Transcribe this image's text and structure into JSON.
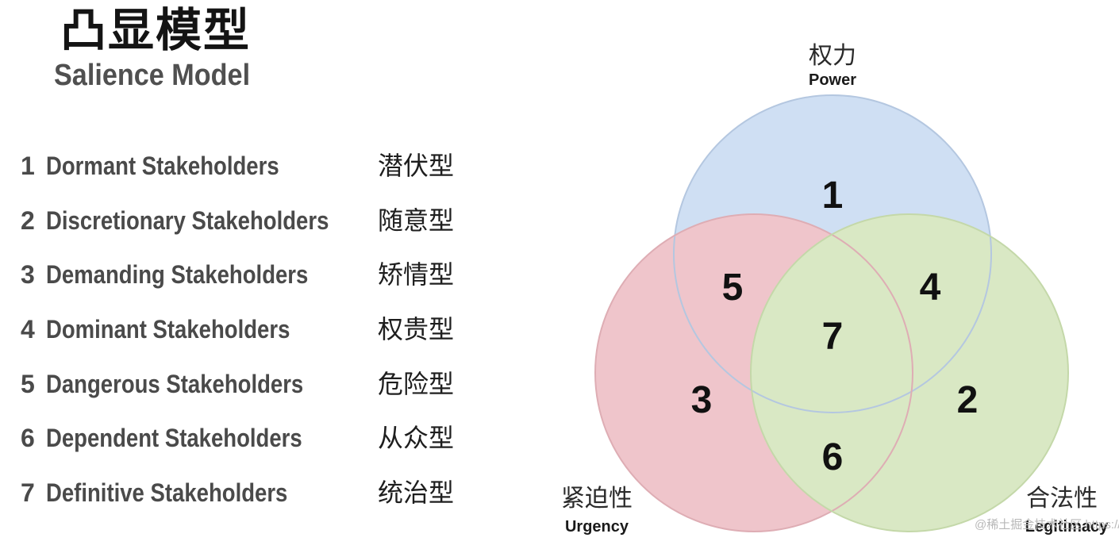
{
  "title": {
    "zh": "凸显模型",
    "en": "Salience Model"
  },
  "legend": [
    {
      "num": "1",
      "en": "Dormant Stakeholders",
      "zh": "潜伏型"
    },
    {
      "num": "2",
      "en": "Discretionary Stakeholders",
      "zh": "随意型"
    },
    {
      "num": "3",
      "en": "Demanding Stakeholders",
      "zh": "矫情型"
    },
    {
      "num": "4",
      "en": "Dominant Stakeholders",
      "zh": "权贵型"
    },
    {
      "num": "5",
      "en": "Dangerous Stakeholders",
      "zh": "危险型"
    },
    {
      "num": "6",
      "en": "Dependent Stakeholders",
      "zh": "从众型"
    },
    {
      "num": "7",
      "en": "Definitive Stakeholders",
      "zh": "统治型"
    }
  ],
  "venn": {
    "circles": {
      "power": {
        "zh": "权力",
        "en": "Power",
        "fill": "#cfdff3",
        "stroke": "#b4c7e0"
      },
      "urgency": {
        "zh": "紧迫性",
        "en": "Urgency",
        "fill": "#efc5cb",
        "stroke": "#deadb4"
      },
      "legitimacy": {
        "zh": "合法性",
        "en": "Legitimacy",
        "fill": "#d9e8c4",
        "stroke": "#c4d8a9"
      }
    },
    "regions": {
      "power_only": "1",
      "legitimacy_only": "2",
      "urgency_only": "3",
      "power_legitimacy": "4",
      "power_urgency": "5",
      "urgency_legitimacy": "6",
      "all_three": "7"
    }
  },
  "watermark": "@稀土掘金技术社区 https://blog.csdn.net/..."
}
